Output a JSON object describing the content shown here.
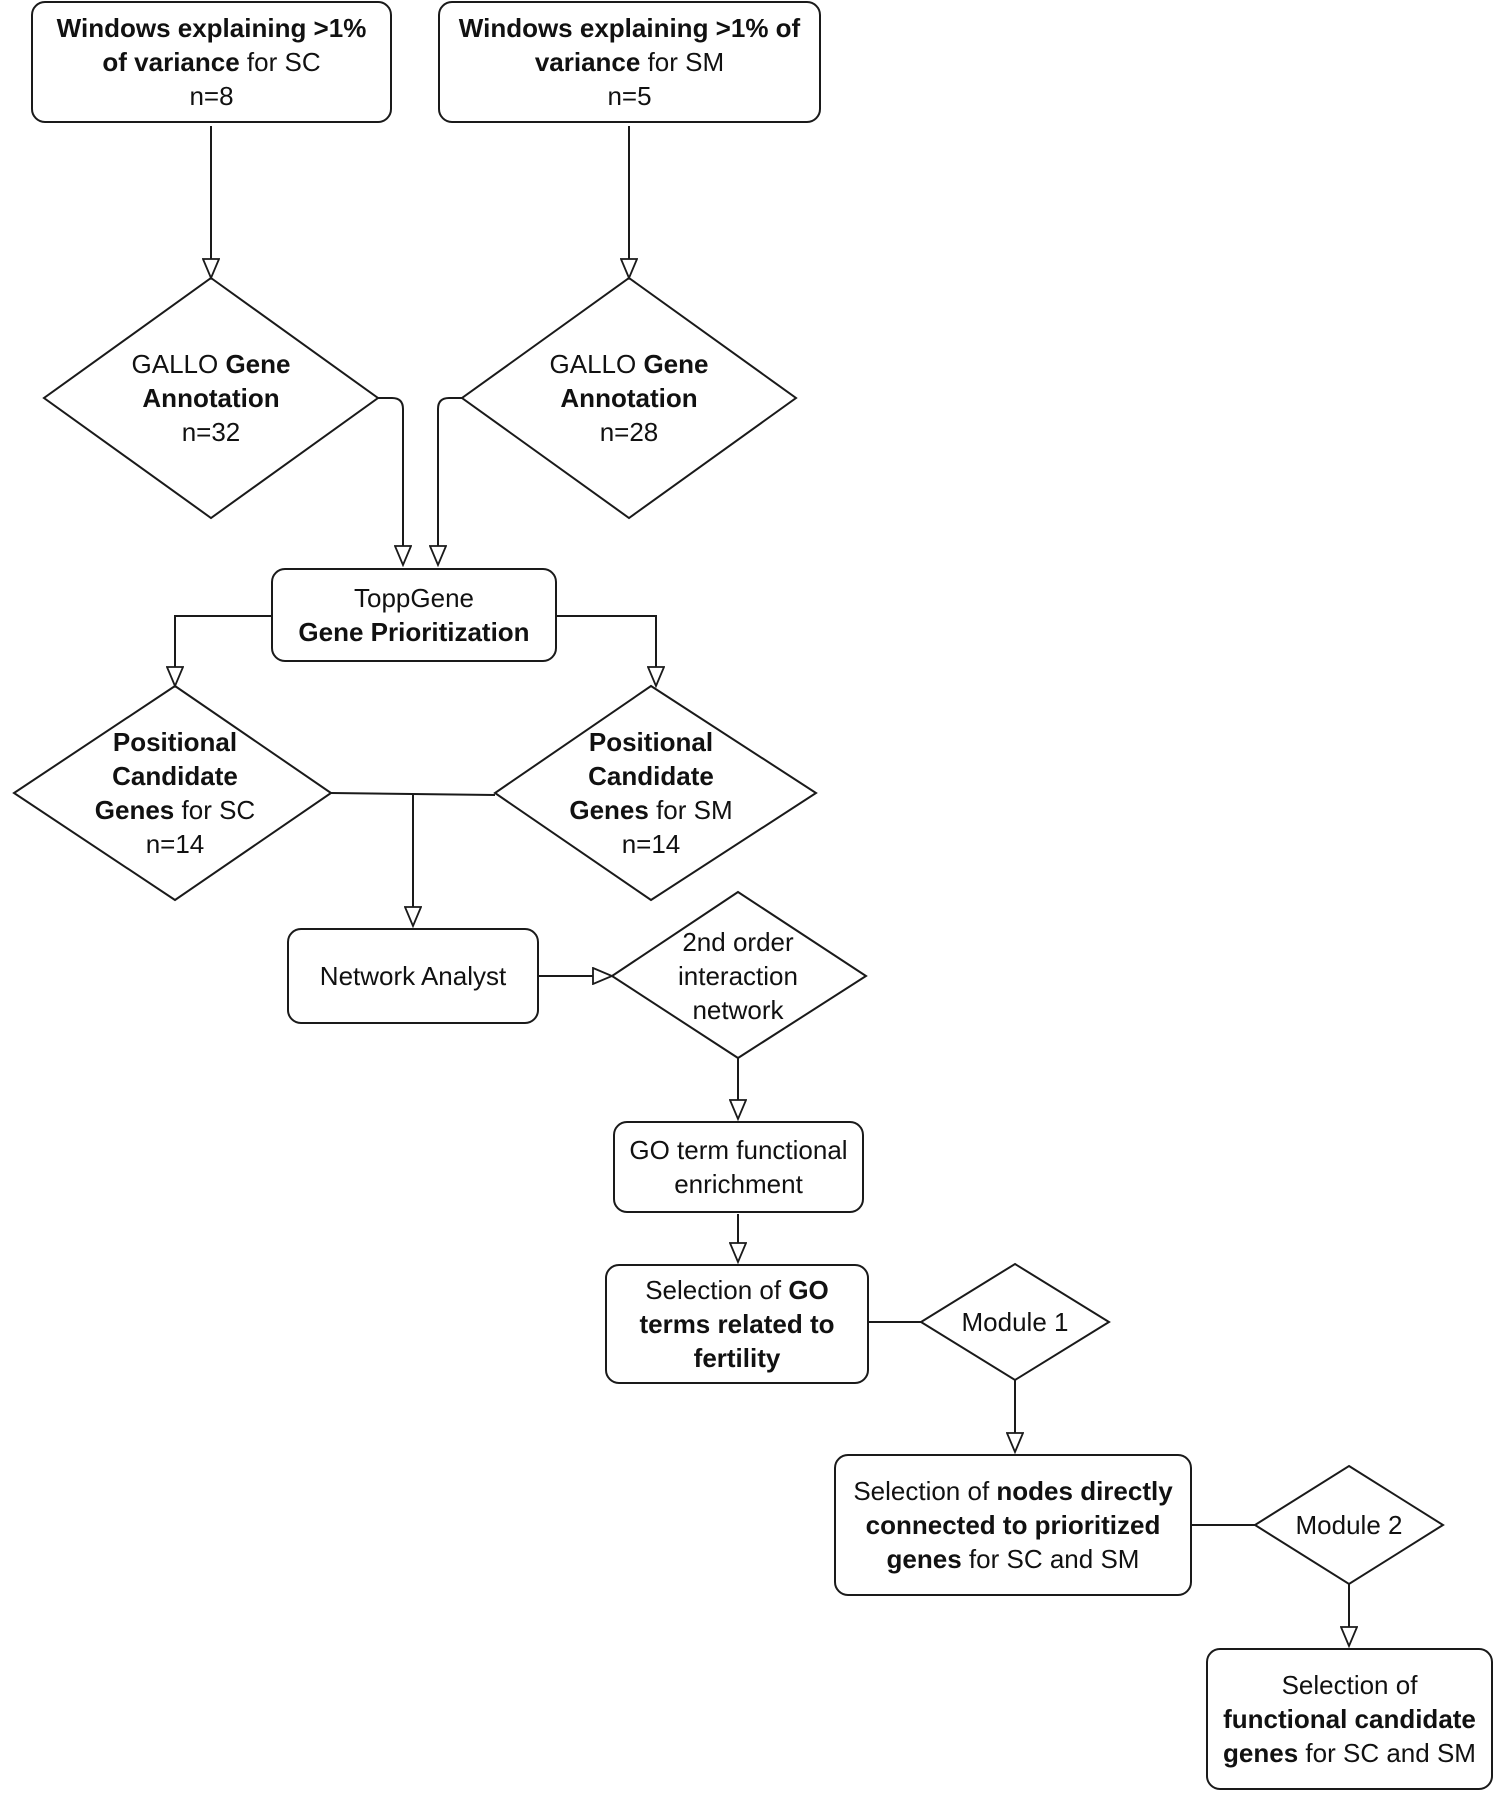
{
  "nodes": {
    "win_sc": {
      "lines": [
        [
          {
            "t": "Windows explaining >1%",
            "b": true
          }
        ],
        [
          {
            "t": "of variance",
            "b": true
          },
          {
            "t": " for SC",
            "b": false
          }
        ],
        [
          {
            "t": "n=8",
            "b": false
          }
        ]
      ]
    },
    "win_sm": {
      "lines": [
        [
          {
            "t": "Windows explaining >1% of",
            "b": true
          }
        ],
        [
          {
            "t": "variance",
            "b": true
          },
          {
            "t": " for SM",
            "b": false
          }
        ],
        [
          {
            "t": "n=5",
            "b": false
          }
        ]
      ]
    },
    "gallo_sc": {
      "lines": [
        [
          {
            "t": "GALLO ",
            "b": false
          },
          {
            "t": "Gene",
            "b": true
          }
        ],
        [
          {
            "t": "Annotation",
            "b": true
          }
        ],
        [
          {
            "t": "n=32",
            "b": false
          }
        ]
      ]
    },
    "gallo_sm": {
      "lines": [
        [
          {
            "t": "GALLO ",
            "b": false
          },
          {
            "t": "Gene",
            "b": true
          }
        ],
        [
          {
            "t": "Annotation",
            "b": true
          }
        ],
        [
          {
            "t": "n=28",
            "b": false
          }
        ]
      ]
    },
    "toppgene": {
      "lines": [
        [
          {
            "t": "ToppGene",
            "b": false
          }
        ],
        [
          {
            "t": "Gene Prioritization",
            "b": true
          }
        ]
      ]
    },
    "pos_sc": {
      "lines": [
        [
          {
            "t": "Positional",
            "b": true
          }
        ],
        [
          {
            "t": "Candidate",
            "b": true
          }
        ],
        [
          {
            "t": "Genes",
            "b": true
          },
          {
            "t": " for SC",
            "b": false
          }
        ],
        [
          {
            "t": "n=14",
            "b": false
          }
        ]
      ]
    },
    "pos_sm": {
      "lines": [
        [
          {
            "t": "Positional",
            "b": true
          }
        ],
        [
          {
            "t": "Candidate",
            "b": true
          }
        ],
        [
          {
            "t": "Genes",
            "b": true
          },
          {
            "t": " for SM",
            "b": false
          }
        ],
        [
          {
            "t": "n=14",
            "b": false
          }
        ]
      ]
    },
    "network": {
      "lines": [
        [
          {
            "t": "Network Analyst",
            "b": false
          }
        ]
      ]
    },
    "second_order": {
      "lines": [
        [
          {
            "t": "2nd order",
            "b": false
          }
        ],
        [
          {
            "t": "interaction",
            "b": false
          }
        ],
        [
          {
            "t": "network",
            "b": false
          }
        ]
      ]
    },
    "go_enrich": {
      "lines": [
        [
          {
            "t": "GO term functional",
            "b": false
          }
        ],
        [
          {
            "t": "enrichment",
            "b": false
          }
        ]
      ]
    },
    "go_select": {
      "lines": [
        [
          {
            "t": "Selection of ",
            "b": false
          },
          {
            "t": "GO",
            "b": true
          }
        ],
        [
          {
            "t": "terms related to",
            "b": true
          }
        ],
        [
          {
            "t": "fertility",
            "b": true
          }
        ]
      ]
    },
    "module1": {
      "lines": [
        [
          {
            "t": "Module 1",
            "b": false
          }
        ]
      ]
    },
    "nodes_select": {
      "lines": [
        [
          {
            "t": "Selection of ",
            "b": false
          },
          {
            "t": "nodes directly",
            "b": true
          }
        ],
        [
          {
            "t": "connected to prioritized",
            "b": true
          }
        ],
        [
          {
            "t": "genes",
            "b": true
          },
          {
            "t": " for SC and SM",
            "b": false
          }
        ]
      ]
    },
    "module2": {
      "lines": [
        [
          {
            "t": "Module 2",
            "b": false
          }
        ]
      ]
    },
    "functional": {
      "lines": [
        [
          {
            "t": "Selection of",
            "b": false
          }
        ],
        [
          {
            "t": "functional candidate",
            "b": true
          }
        ],
        [
          {
            "t": "genes",
            "b": true
          },
          {
            "t": " for SC and SM",
            "b": false
          }
        ]
      ]
    }
  }
}
